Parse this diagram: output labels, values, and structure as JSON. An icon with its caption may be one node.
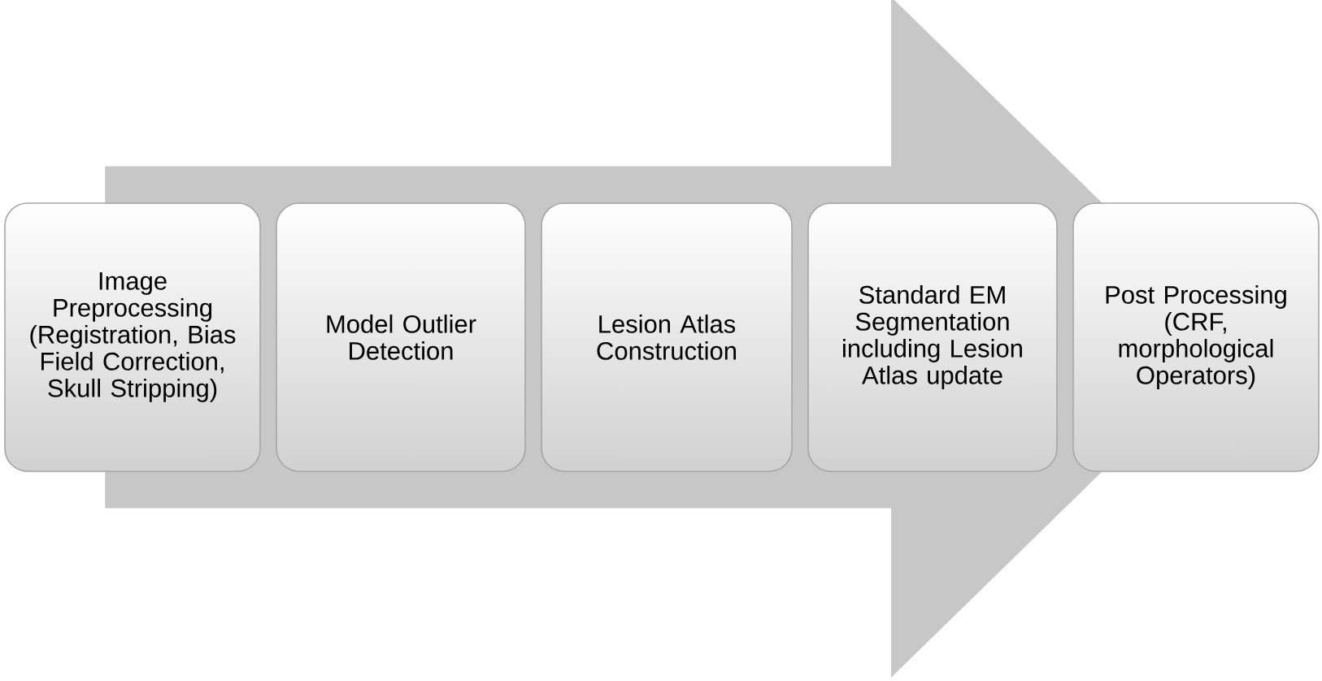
{
  "diagram": {
    "nodes": [
      {
        "text": [
          "Image Preprocessing (Registration, Bias Field Correction, Skull Stripping)"
        ]
      },
      {
        "text": [
          "Model Outlier Detection"
        ]
      },
      {
        "text": [
          "Lesion Atlas Construction"
        ]
      },
      {
        "text": [
          "Standard EM Segmentation including Lesion Atlas update"
        ]
      },
      {
        "text": [
          "Post Processing (CRF, morphological Operators)"
        ]
      }
    ],
    "edges": [
      {
        "from": 0,
        "to": 4,
        "arrow": "to"
      }
    ]
  }
}
